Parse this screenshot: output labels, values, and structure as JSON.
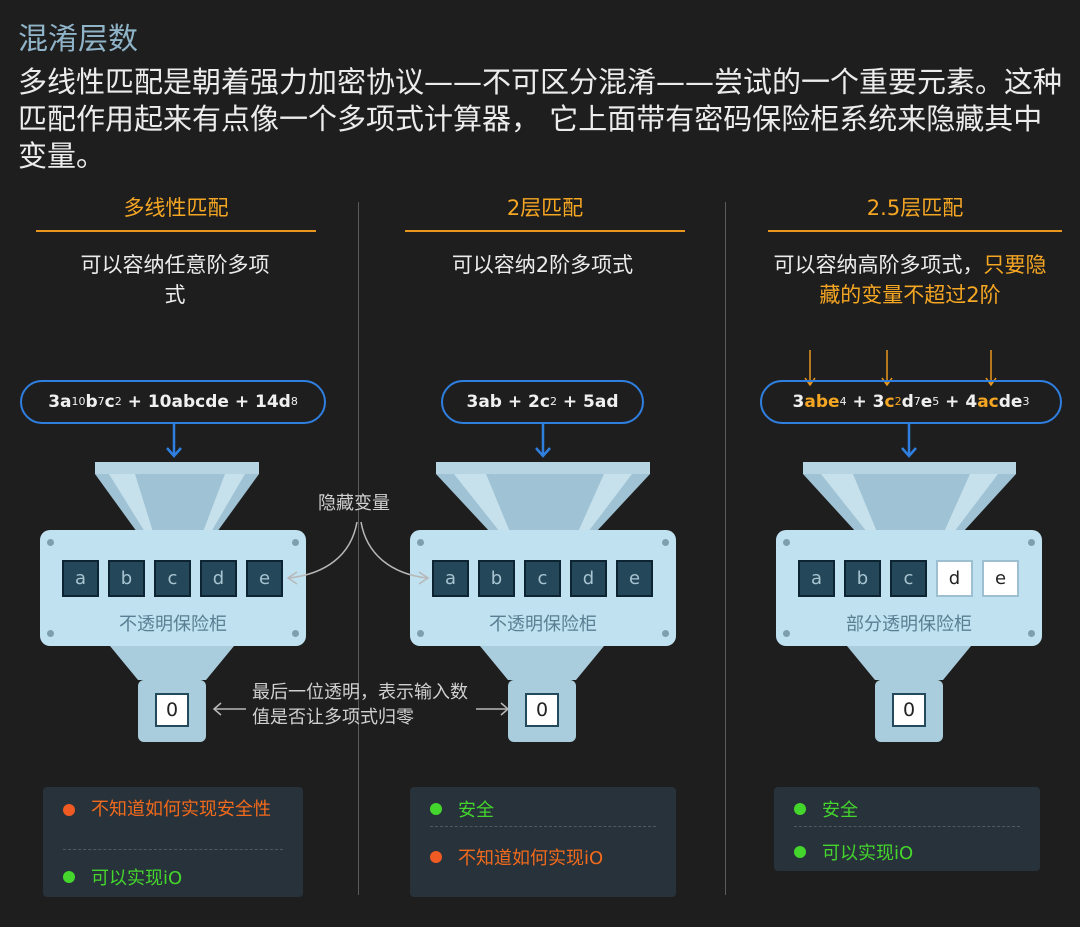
{
  "header": {
    "title": "混淆层数",
    "intro": "多线性匹配是朝着强力加密协议——不可区分混淆——尝试的一个重要元素。这种匹配作用起来有点像一个多项式计算器， 它上面带有密码保险柜系统来隐藏其中变量。"
  },
  "columns": [
    {
      "heading": "多线性匹配",
      "desc": "可以容纳任意阶多项式",
      "desc_highlight": "",
      "polynomial": [
        {
          "t": "3a"
        },
        {
          "t": "10",
          "sup": true
        },
        {
          "t": "b"
        },
        {
          "t": "7",
          "sup": true
        },
        {
          "t": "c"
        },
        {
          "t": "2",
          "sup": true
        },
        {
          "t": " + 10abcde + 14d"
        },
        {
          "t": "8",
          "sup": true
        }
      ],
      "keys": [
        {
          "v": "a",
          "clear": false
        },
        {
          "v": "b",
          "clear": false
        },
        {
          "v": "c",
          "clear": false
        },
        {
          "v": "d",
          "clear": false
        },
        {
          "v": "e",
          "clear": false
        }
      ],
      "safe_label": "不透明保险柜",
      "output": "0",
      "card": [
        {
          "status": "red",
          "text": "不知道如何实现安全性"
        },
        {
          "status": "green",
          "text": "可以实现iO"
        }
      ]
    },
    {
      "heading": "2层匹配",
      "desc": "可以容纳2阶多项式",
      "desc_highlight": "",
      "polynomial": [
        {
          "t": "3ab + 2c"
        },
        {
          "t": "2",
          "sup": true
        },
        {
          "t": " + 5ad"
        }
      ],
      "keys": [
        {
          "v": "a",
          "clear": false
        },
        {
          "v": "b",
          "clear": false
        },
        {
          "v": "c",
          "clear": false
        },
        {
          "v": "d",
          "clear": false
        },
        {
          "v": "e",
          "clear": false
        }
      ],
      "safe_label": "不透明保险柜",
      "output": "0",
      "card": [
        {
          "status": "green",
          "text": "安全"
        },
        {
          "status": "red",
          "text": "不知道如何实现iO"
        }
      ]
    },
    {
      "heading": "2.5层匹配",
      "desc": "可以容纳高阶多项式，",
      "desc_highlight": "只要隐藏的变量不超过2阶",
      "polynomial": [
        {
          "t": "3"
        },
        {
          "t": "abe",
          "o": true
        },
        {
          "t": "4",
          "sup": true
        },
        {
          "t": " + 3"
        },
        {
          "t": "c",
          "o": true
        },
        {
          "t": "2",
          "sup": true,
          "o": true
        },
        {
          "t": "d"
        },
        {
          "t": "7",
          "sup": true
        },
        {
          "t": "e"
        },
        {
          "t": "5",
          "sup": true
        },
        {
          "t": " + 4"
        },
        {
          "t": "ac",
          "o": true
        },
        {
          "t": "de"
        },
        {
          "t": "3",
          "sup": true
        }
      ],
      "keys": [
        {
          "v": "a",
          "clear": false
        },
        {
          "v": "b",
          "clear": false
        },
        {
          "v": "c",
          "clear": false
        },
        {
          "v": "d",
          "clear": true
        },
        {
          "v": "e",
          "clear": true
        }
      ],
      "safe_label": "部分透明保险柜",
      "output": "0",
      "card": [
        {
          "status": "green",
          "text": "安全"
        },
        {
          "status": "green",
          "text": "可以实现iO"
        }
      ]
    }
  ],
  "annotations": {
    "hidden_vars": "隐藏变量",
    "last_bit": "最后一位透明，表示输入数值是否让多项式归零"
  },
  "colors": {
    "accent_orange": "#f5a623",
    "pill_blue": "#2f7fe0",
    "safe_blue": "#bfe1f0",
    "status_red": "#f05a23",
    "status_green": "#44d62c"
  }
}
